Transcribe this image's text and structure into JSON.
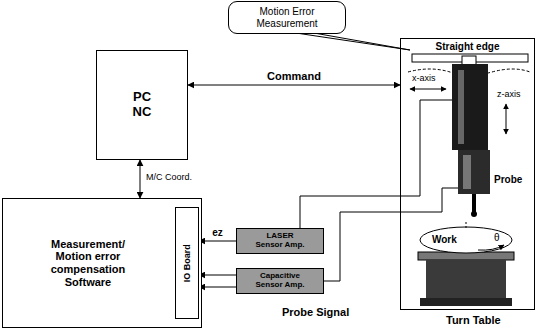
{
  "diagram": {
    "nodes": [
      {
        "text": [
          "Motion Error Measurement"
        ]
      },
      {
        "text": [
          "PC NC"
        ]
      },
      {
        "text": [
          "Straight edge"
        ]
      },
      {
        "text": [
          "Measurement/ Motion error compensation Software"
        ]
      },
      {
        "text": [
          "IO Board"
        ],
        "in": 3
      },
      {
        "text": [
          "LASER Sensor Amp."
        ]
      },
      {
        "text": [
          "Capacitive Sensor Amp."
        ]
      }
    ],
    "edges": [
      {
        "from": 1,
        "to": 2,
        "arrow": "both",
        "label": "Command"
      },
      {
        "from": 1,
        "to": 3,
        "arrow": "both",
        "label": "M/C Coord."
      },
      {
        "from": 5,
        "to": 4,
        "arrow": "to",
        "label": "ez"
      },
      {
        "from": 6,
        "to": 4,
        "arrow": "to"
      },
      {
        "from": 6,
        "to": 4,
        "arrow": "to"
      },
      {
        "from": 2,
        "to": 5,
        "arrow": "none"
      },
      {
        "from": 2,
        "to": 6,
        "arrow": "none"
      }
    ],
    "labels": [
      "x-axis",
      "z-axis",
      "θ",
      "Work",
      "Probe",
      "Turn Table",
      "Probe Signal"
    ]
  }
}
